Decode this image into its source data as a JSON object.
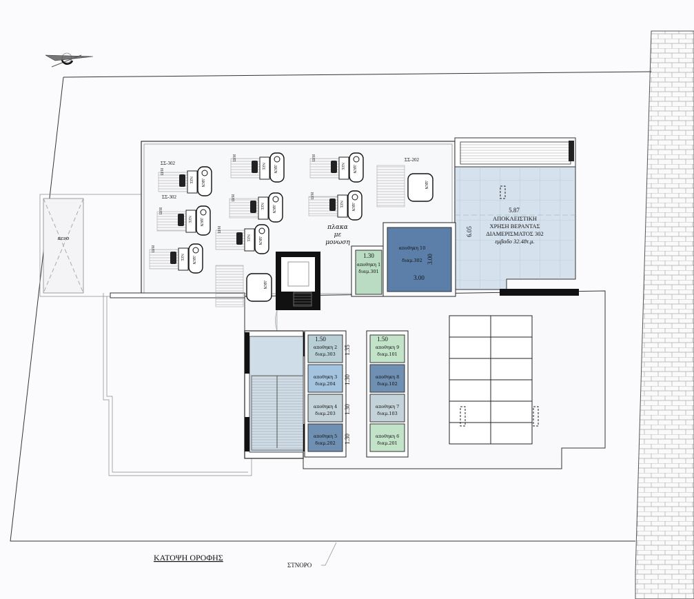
{
  "drawing": {
    "title": "ΚΑΤΟΨΗ ΟΡΟΦΗΣ",
    "boundary_label": "ΣΤΝΟΡΟ",
    "void_label": "κενο",
    "slab_label": [
      "πλακα",
      "με",
      "μονωση"
    ]
  },
  "solar_units": {
    "heater_label": "Η/Π",
    "tank_label": "ΔΚΝ",
    "panel_label": "ΝΖΣ",
    "group_labels": [
      "ΣΣ-302",
      "ΣΣ-302",
      "ΣΣ-202"
    ]
  },
  "veranda": {
    "width": "5.87",
    "depth": "6.05",
    "lines": [
      "ΑΠΟΚΛΕΙΣΤΙΚΗ",
      "ΧΡΗΣΗ ΒΕΡΑΝΤΑΣ",
      "ΔΙΑΜΕΡΙΣΜΑΤΟΣ 302",
      "εμβαδο 32.48τ.μ."
    ]
  },
  "storage_rooms": [
    {
      "name": "αποθηκη 1",
      "unit": "διαμ.301",
      "color": "#b9dcc2"
    },
    {
      "name": "αποθηκη 10",
      "unit": "διαμ.302",
      "color": "#5b7fa8"
    },
    {
      "name": "αποθηκη 2",
      "unit": "διαμ.303",
      "color": "#b9cfd6"
    },
    {
      "name": "αποθηκη 3",
      "unit": "διαμ.204",
      "color": "#a3c3df"
    },
    {
      "name": "αποθηκη 4",
      "unit": "διαμ.203",
      "color": "#c3d3d9"
    },
    {
      "name": "αποθηκη 5",
      "unit": "διαμ.202",
      "color": "#6f8fb3"
    },
    {
      "name": "αποθηκη 9",
      "unit": "διαμ.101",
      "color": "#c3e3c9"
    },
    {
      "name": "αποθηκη 8",
      "unit": "διαμ.102",
      "color": "#6f8fb3"
    },
    {
      "name": "αποθηκη 7",
      "unit": "διαμ.103",
      "color": "#c3d3d9"
    },
    {
      "name": "αποθηκη 6",
      "unit": "διαμ.201",
      "color": "#c3e3c9"
    }
  ],
  "dimensions": {
    "storage1_width": "1.30",
    "storage10_width": "3.00",
    "storage10_depth": "3.00",
    "col_width_left": "1.50",
    "col_width_right": "1.50",
    "row_heights": [
      "1.35",
      "1.30",
      "1.30",
      "1.30"
    ]
  },
  "colors": {
    "veranda": "#d5e2ee",
    "stair": "#cfdde8",
    "line": "#333333"
  }
}
